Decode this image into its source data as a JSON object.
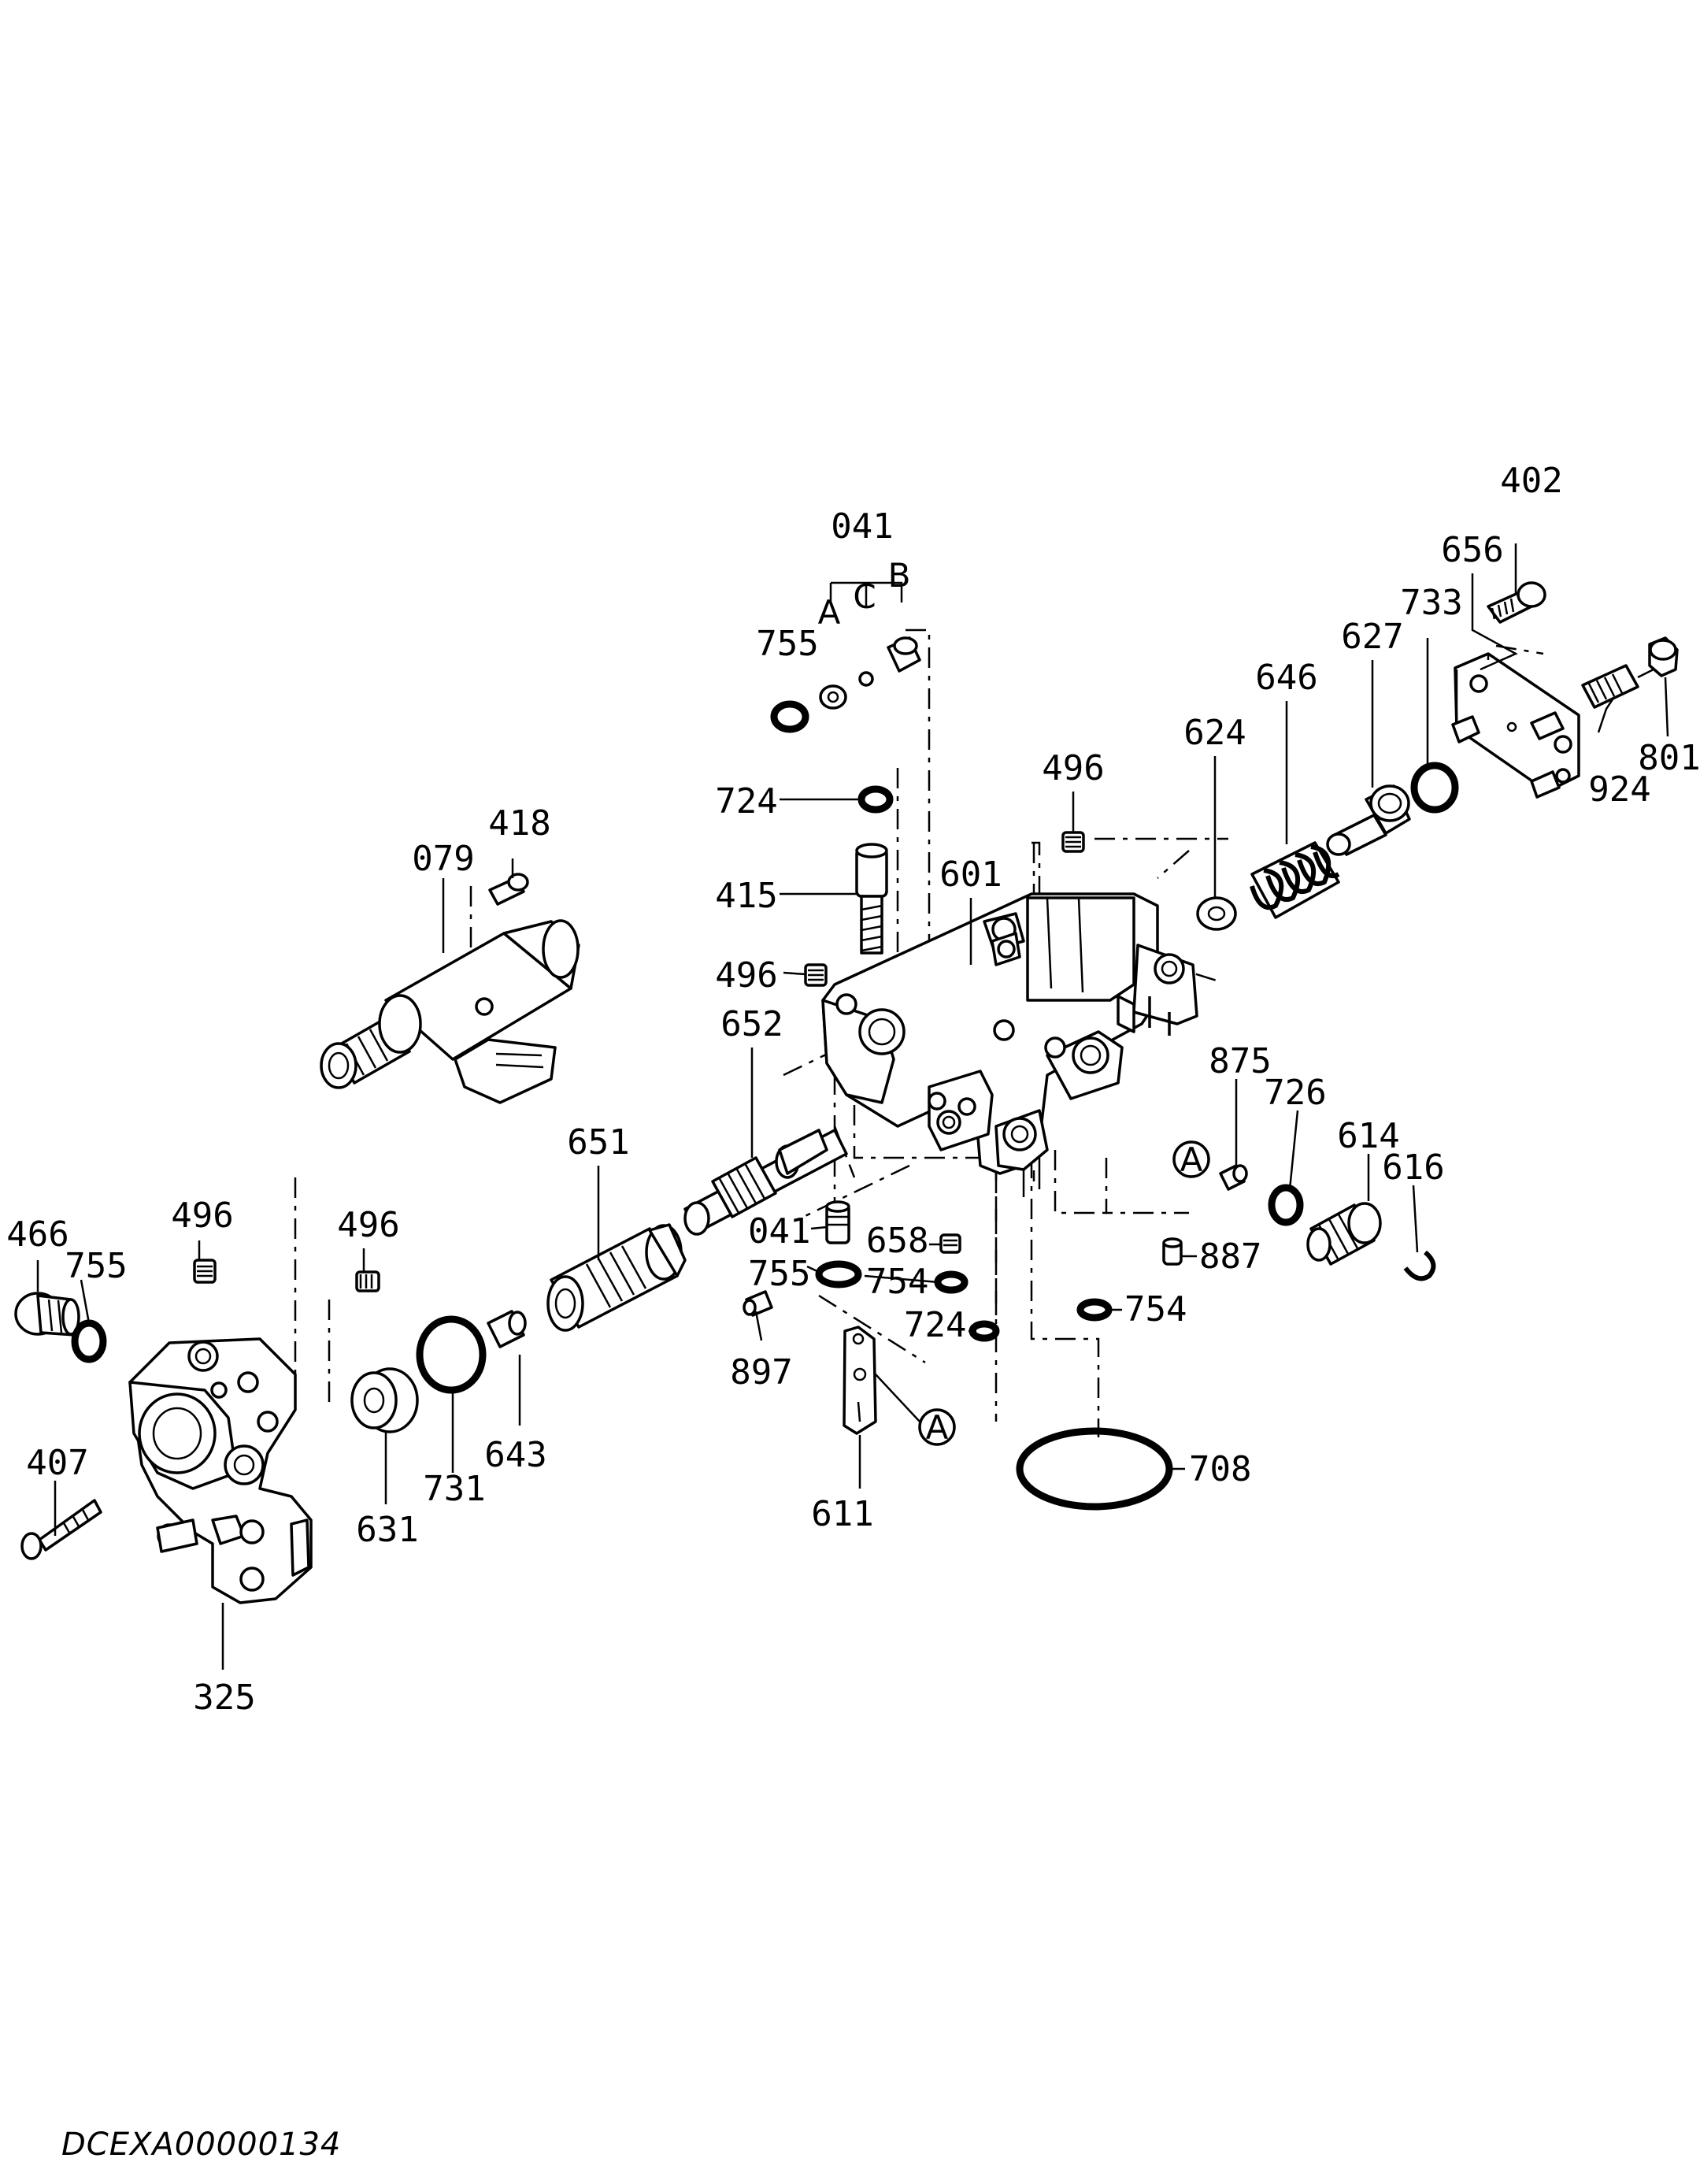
{
  "diagram_code": "DCEXA00000134",
  "labels": {
    "041": "041",
    "041_lower": "041",
    "079": "079",
    "325": "325",
    "402": "402",
    "407": "407",
    "415": "415",
    "418": "418",
    "466": "466",
    "496_top": "496",
    "496_mid": "496",
    "496_left_a": "496",
    "496_left_b": "496",
    "601": "601",
    "611": "611",
    "614": "614",
    "616": "616",
    "624": "624",
    "627": "627",
    "631": "631",
    "643": "643",
    "646": "646",
    "651": "651",
    "652": "652",
    "656": "656",
    "658": "658",
    "708": "708",
    "724_top": "724",
    "724_bot": "724",
    "726": "726",
    "731": "731",
    "733": "733",
    "754_a": "754",
    "754_b": "754",
    "755_top": "755",
    "755_mid": "755",
    "755_left": "755",
    "801": "801",
    "875": "875",
    "887": "887",
    "897": "897",
    "924": "924",
    "sub_a": "A",
    "sub_b": "B",
    "sub_c": "C",
    "ref_a1": "A",
    "ref_a2": "A"
  }
}
